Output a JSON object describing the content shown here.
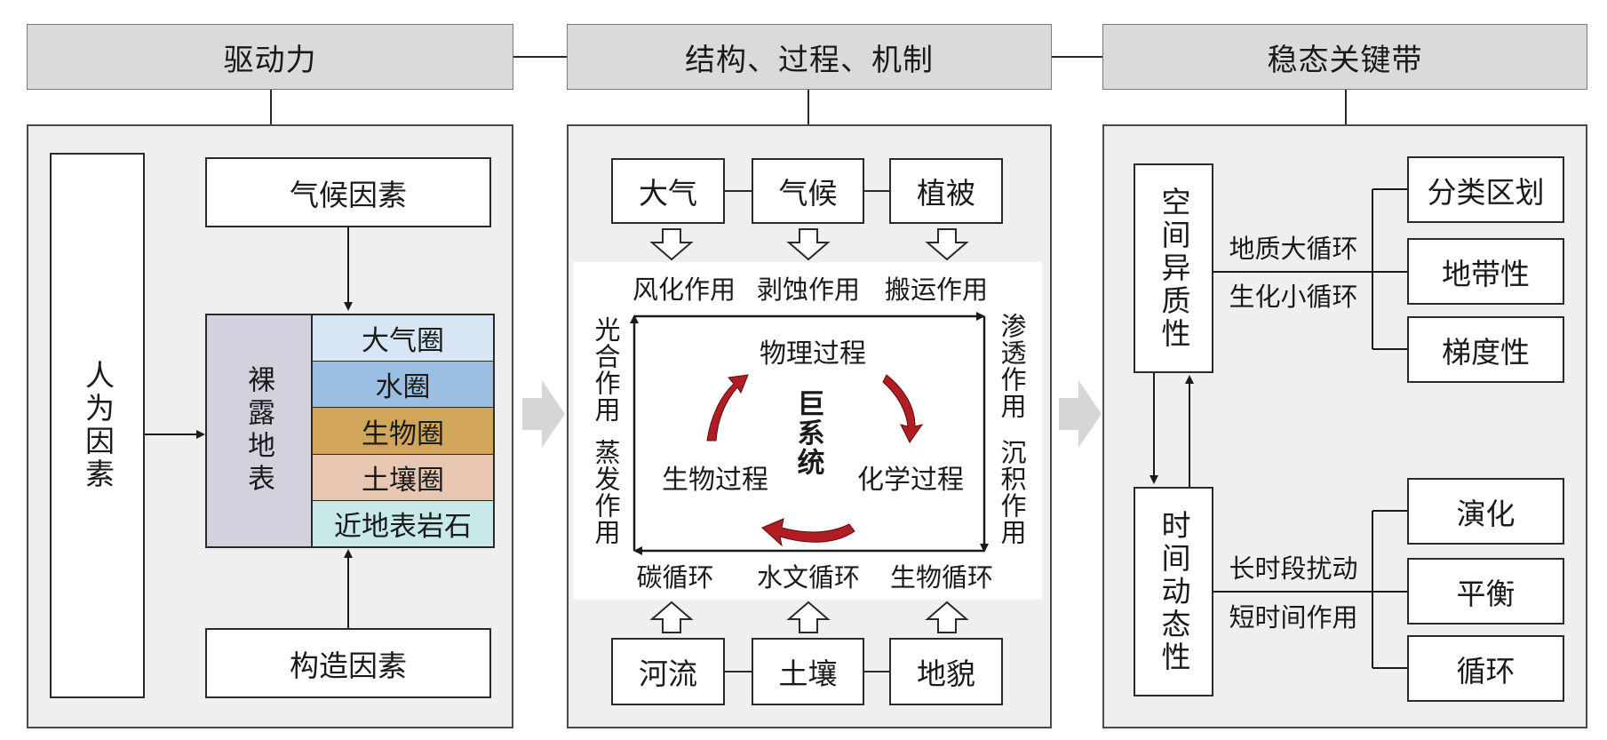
{
  "headers": {
    "drivers": "驱动力",
    "structure": "结构、过程、机制",
    "homeostasis": "稳态关键带"
  },
  "drivers_panel": {
    "human_factors": "人为因素",
    "climate_factors": "气候因素",
    "bare_surface": "裸露地表",
    "tectonic_factors": "构造因素",
    "layers": [
      {
        "label": "大气圈",
        "color": "#d6e6f4"
      },
      {
        "label": "水圈",
        "color": "#9bbfe2"
      },
      {
        "label": "生物圈",
        "color": "#d2a65a"
      },
      {
        "label": "土壤圈",
        "color": "#e8c7b2"
      },
      {
        "label": "近地表岩石",
        "color": "#c7e9e8"
      }
    ],
    "bare_surface_color": "#d4d1de"
  },
  "structure_panel": {
    "top_boxes": [
      "大气",
      "气候",
      "植被"
    ],
    "top_processes": [
      "风化作用",
      "剥蚀作用",
      "搬运作用"
    ],
    "left_processes": [
      "光合作用",
      "蒸发作用"
    ],
    "right_processes": [
      "渗透作用",
      "沉积作用"
    ],
    "bottom_cycles": [
      "碳循环",
      "水文循环",
      "生物循环"
    ],
    "bottom_boxes": [
      "河流",
      "土壤",
      "地貌"
    ],
    "center_title": "巨系统",
    "physical": "物理过程",
    "chemical": "化学过程",
    "biological": "生物过程",
    "arrow_color": "#b01e23"
  },
  "homeostasis_panel": {
    "spatial": "空间异质性",
    "temporal": "时间动态性",
    "spatial_links": [
      "地质大循环",
      "生化小循环"
    ],
    "temporal_links": [
      "长时段扰动",
      "短时间作用"
    ],
    "spatial_items": [
      "分类区划",
      "地带性",
      "梯度性"
    ],
    "temporal_items": [
      "演化",
      "平衡",
      "循环"
    ]
  }
}
